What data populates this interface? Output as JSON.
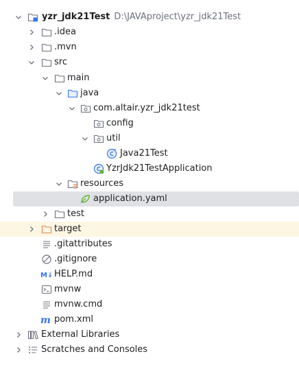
{
  "project": {
    "name": "yzr_jdk21Test",
    "path": "D:\\JAVAproject\\yzr_jdk21Test"
  },
  "items": {
    "idea": ".idea",
    "mvn": ".mvn",
    "src": "src",
    "main": "main",
    "java": "java",
    "package": "com.altair.yzr_jdk21test",
    "config": "config",
    "util": "util",
    "java21test": "Java21Test",
    "application": "YzrJdk21TestApplication",
    "resources": "resources",
    "yaml": "application.yaml",
    "test": "test",
    "target": "target",
    "gitattributes": ".gitattributes",
    "gitignore": ".gitignore",
    "help": "HELP.md",
    "mvnw": "mvnw",
    "mvnwcmd": "mvnw.cmd",
    "pom": "pom.xml",
    "external": "External Libraries",
    "scratches": "Scratches and Consoles"
  },
  "colors": {
    "selection": "#dfe1e5",
    "excluded_row": "#fdf6e3",
    "folder_stroke": "#6c707e",
    "excluded_folder": "#e08855",
    "class_blue": "#3574f0",
    "spring_green": "#5fb832",
    "path_gray": "#6c707e"
  },
  "icons": [
    "module-folder-icon",
    "folder-icon",
    "package-icon",
    "java-class-icon",
    "spring-boot-app-icon",
    "resources-folder-icon",
    "spring-yaml-icon",
    "text-file-icon",
    "ignore-file-icon",
    "markdown-icon",
    "shell-script-icon",
    "maven-icon",
    "library-icon",
    "scratches-icon"
  ]
}
